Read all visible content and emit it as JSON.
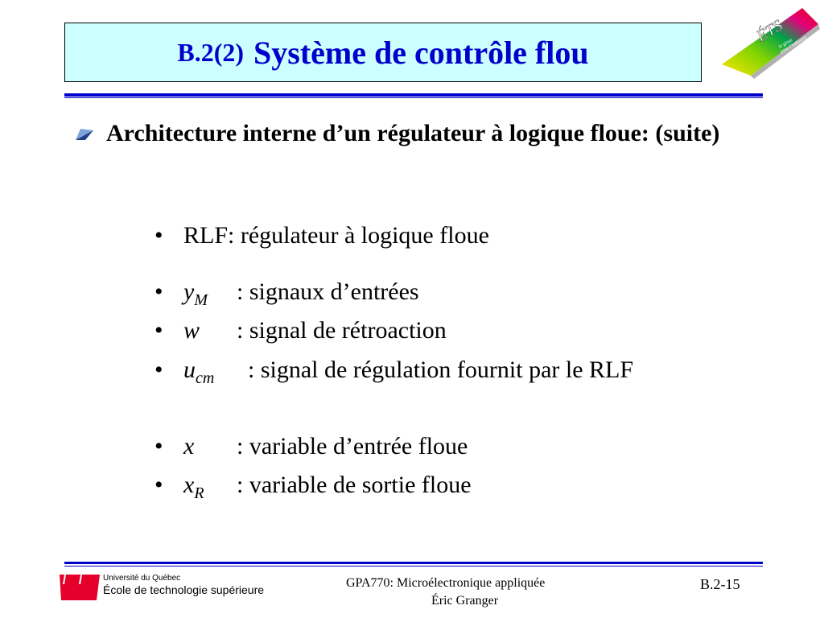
{
  "title": {
    "prefix": "B.2(2)",
    "main": "Système de contrôle flou"
  },
  "heading": {
    "text": "Architecture interne d’un régulateur à logique floue: (suite)"
  },
  "items": [
    {
      "bullet": "•",
      "text": "RLF: régulateur à logique floue"
    },
    {
      "bullet": "•",
      "symbol": "y",
      "subscript": "M",
      "desc": ": signaux d’entrées"
    },
    {
      "bullet": "•",
      "symbol": "w",
      "subscript": "",
      "desc": ": signal de rétroaction"
    },
    {
      "bullet": "•",
      "symbol": "u",
      "subscript": "cm",
      "desc": ": signal de régulation fournit par le RLF"
    },
    {
      "bullet": "•",
      "symbol": "x",
      "subscript": "",
      "desc": ": variable d’entrée floue"
    },
    {
      "bullet": "•",
      "symbol": "x",
      "subscript": "R",
      "desc": ": variable de sortie floue"
    }
  ],
  "footer": {
    "university_line1": "Université du Québec",
    "university_line2": "École de technologie supérieure",
    "course": "GPA770:  Microélectronique appliquée",
    "author": "Éric Granger",
    "page": "B.2-15"
  },
  "logo": {
    "letters": "ÉTS",
    "tagline_1": "le génie",
    "tagline_2": "pour l’industrie"
  },
  "colors": {
    "title": "#0000cc",
    "title_bg": "#ccffff",
    "rules": "#0000cc",
    "uq_red": "#e4002b"
  }
}
